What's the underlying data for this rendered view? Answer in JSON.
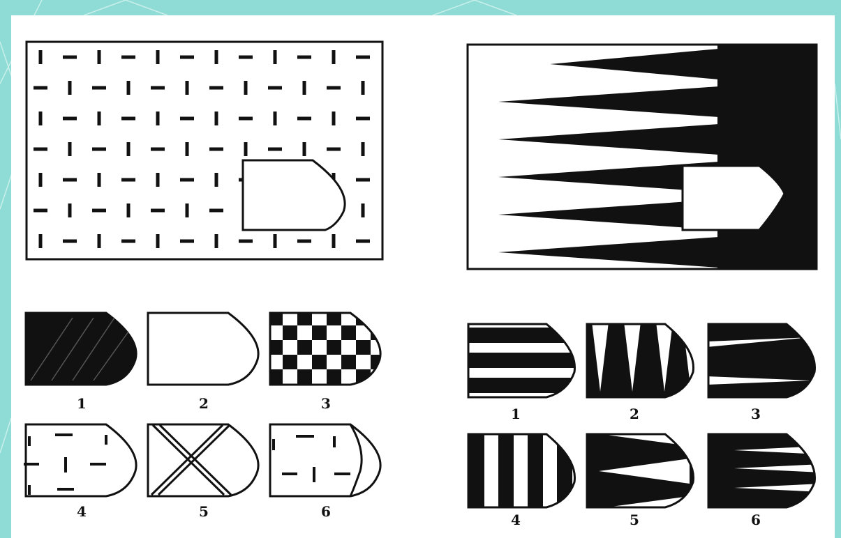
{
  "puzzle_left": {
    "options": [
      {
        "label": "1",
        "pattern": "dark-hatched"
      },
      {
        "label": "2",
        "pattern": "blank"
      },
      {
        "label": "3",
        "pattern": "checkerboard"
      },
      {
        "label": "4",
        "pattern": "dashes"
      },
      {
        "label": "5",
        "pattern": "crossed-lines"
      },
      {
        "label": "6",
        "pattern": "dashes-double-curve"
      }
    ]
  },
  "puzzle_right": {
    "options": [
      {
        "label": "1",
        "pattern": "horizontal-stripes"
      },
      {
        "label": "2",
        "pattern": "triangles"
      },
      {
        "label": "3",
        "pattern": "dark-with-light-streaks"
      },
      {
        "label": "4",
        "pattern": "vertical-stripes"
      },
      {
        "label": "5",
        "pattern": "converging-wedges"
      },
      {
        "label": "6",
        "pattern": "wedges"
      }
    ]
  },
  "colors": {
    "background": "#8fdcd6",
    "card": "#ffffff",
    "ink": "#111111"
  }
}
